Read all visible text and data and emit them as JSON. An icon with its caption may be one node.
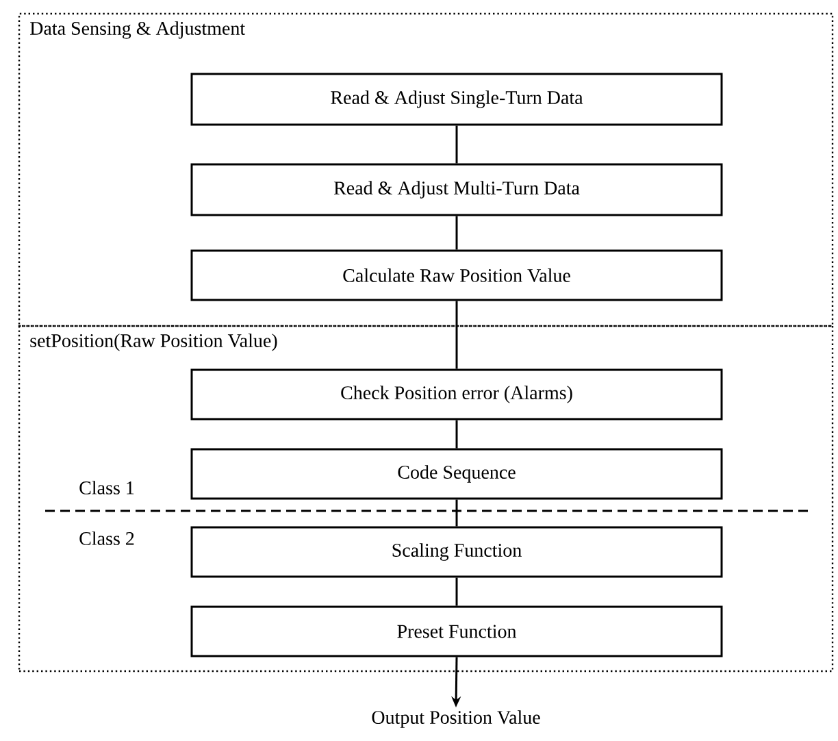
{
  "diagram": {
    "nodes": [
      {
        "text": [
          "Data Sensing & Adjustment"
        ]
      },
      {
        "text": [
          "Read & Adjust Single-Turn Data"
        ],
        "in": 0
      },
      {
        "text": [
          "Read & Adjust Multi-Turn Data"
        ],
        "in": 0
      },
      {
        "text": [
          "Calculate Raw Position Value"
        ],
        "in": 0
      },
      {
        "text": [
          "setPosition(Raw Position Value)"
        ]
      },
      {
        "text": [
          "Check Position error (Alarms)"
        ],
        "in": 4
      },
      {
        "text": [
          "Code Sequence"
        ],
        "in": 4
      },
      {
        "text": [
          "Scaling Function"
        ],
        "in": 4
      },
      {
        "text": [
          "Preset Function"
        ],
        "in": 4
      },
      {
        "text": [
          "Output Position Value"
        ]
      }
    ],
    "edges": [
      {
        "from": 1,
        "to": 2,
        "arrow": "none"
      },
      {
        "from": 2,
        "to": 3,
        "arrow": "none"
      },
      {
        "from": 3,
        "to": 5,
        "arrow": "none"
      },
      {
        "from": 5,
        "to": 6,
        "arrow": "none"
      },
      {
        "from": 6,
        "to": 7,
        "arrow": "none"
      },
      {
        "from": 7,
        "to": 8,
        "arrow": "none"
      },
      {
        "from": 8,
        "to": 9,
        "arrow": "to"
      }
    ],
    "labels": [
      "Class 1",
      "Class 2"
    ]
  }
}
